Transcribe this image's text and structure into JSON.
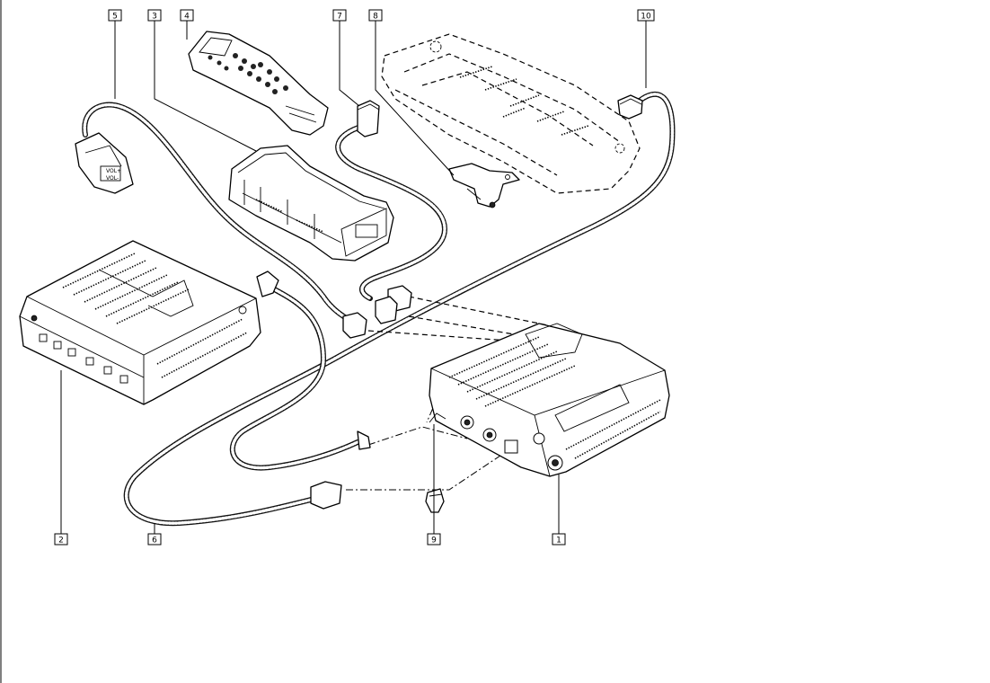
{
  "diagram": {
    "title": "Exploded parts diagram – audio/navigation unit with cabling",
    "callouts": [
      {
        "id": "c1",
        "number": "1"
      },
      {
        "id": "c2",
        "number": "2"
      },
      {
        "id": "c3",
        "number": "3"
      },
      {
        "id": "c4",
        "number": "4"
      },
      {
        "id": "c5",
        "number": "5"
      },
      {
        "id": "c6",
        "number": "6"
      },
      {
        "id": "c7",
        "number": "7"
      },
      {
        "id": "c8",
        "number": "8"
      },
      {
        "id": "c9",
        "number": "9"
      },
      {
        "id": "c10",
        "number": "10"
      }
    ],
    "switch_labels": {
      "vol_plus": "VOL+",
      "vol_minus": "VOL-"
    }
  }
}
